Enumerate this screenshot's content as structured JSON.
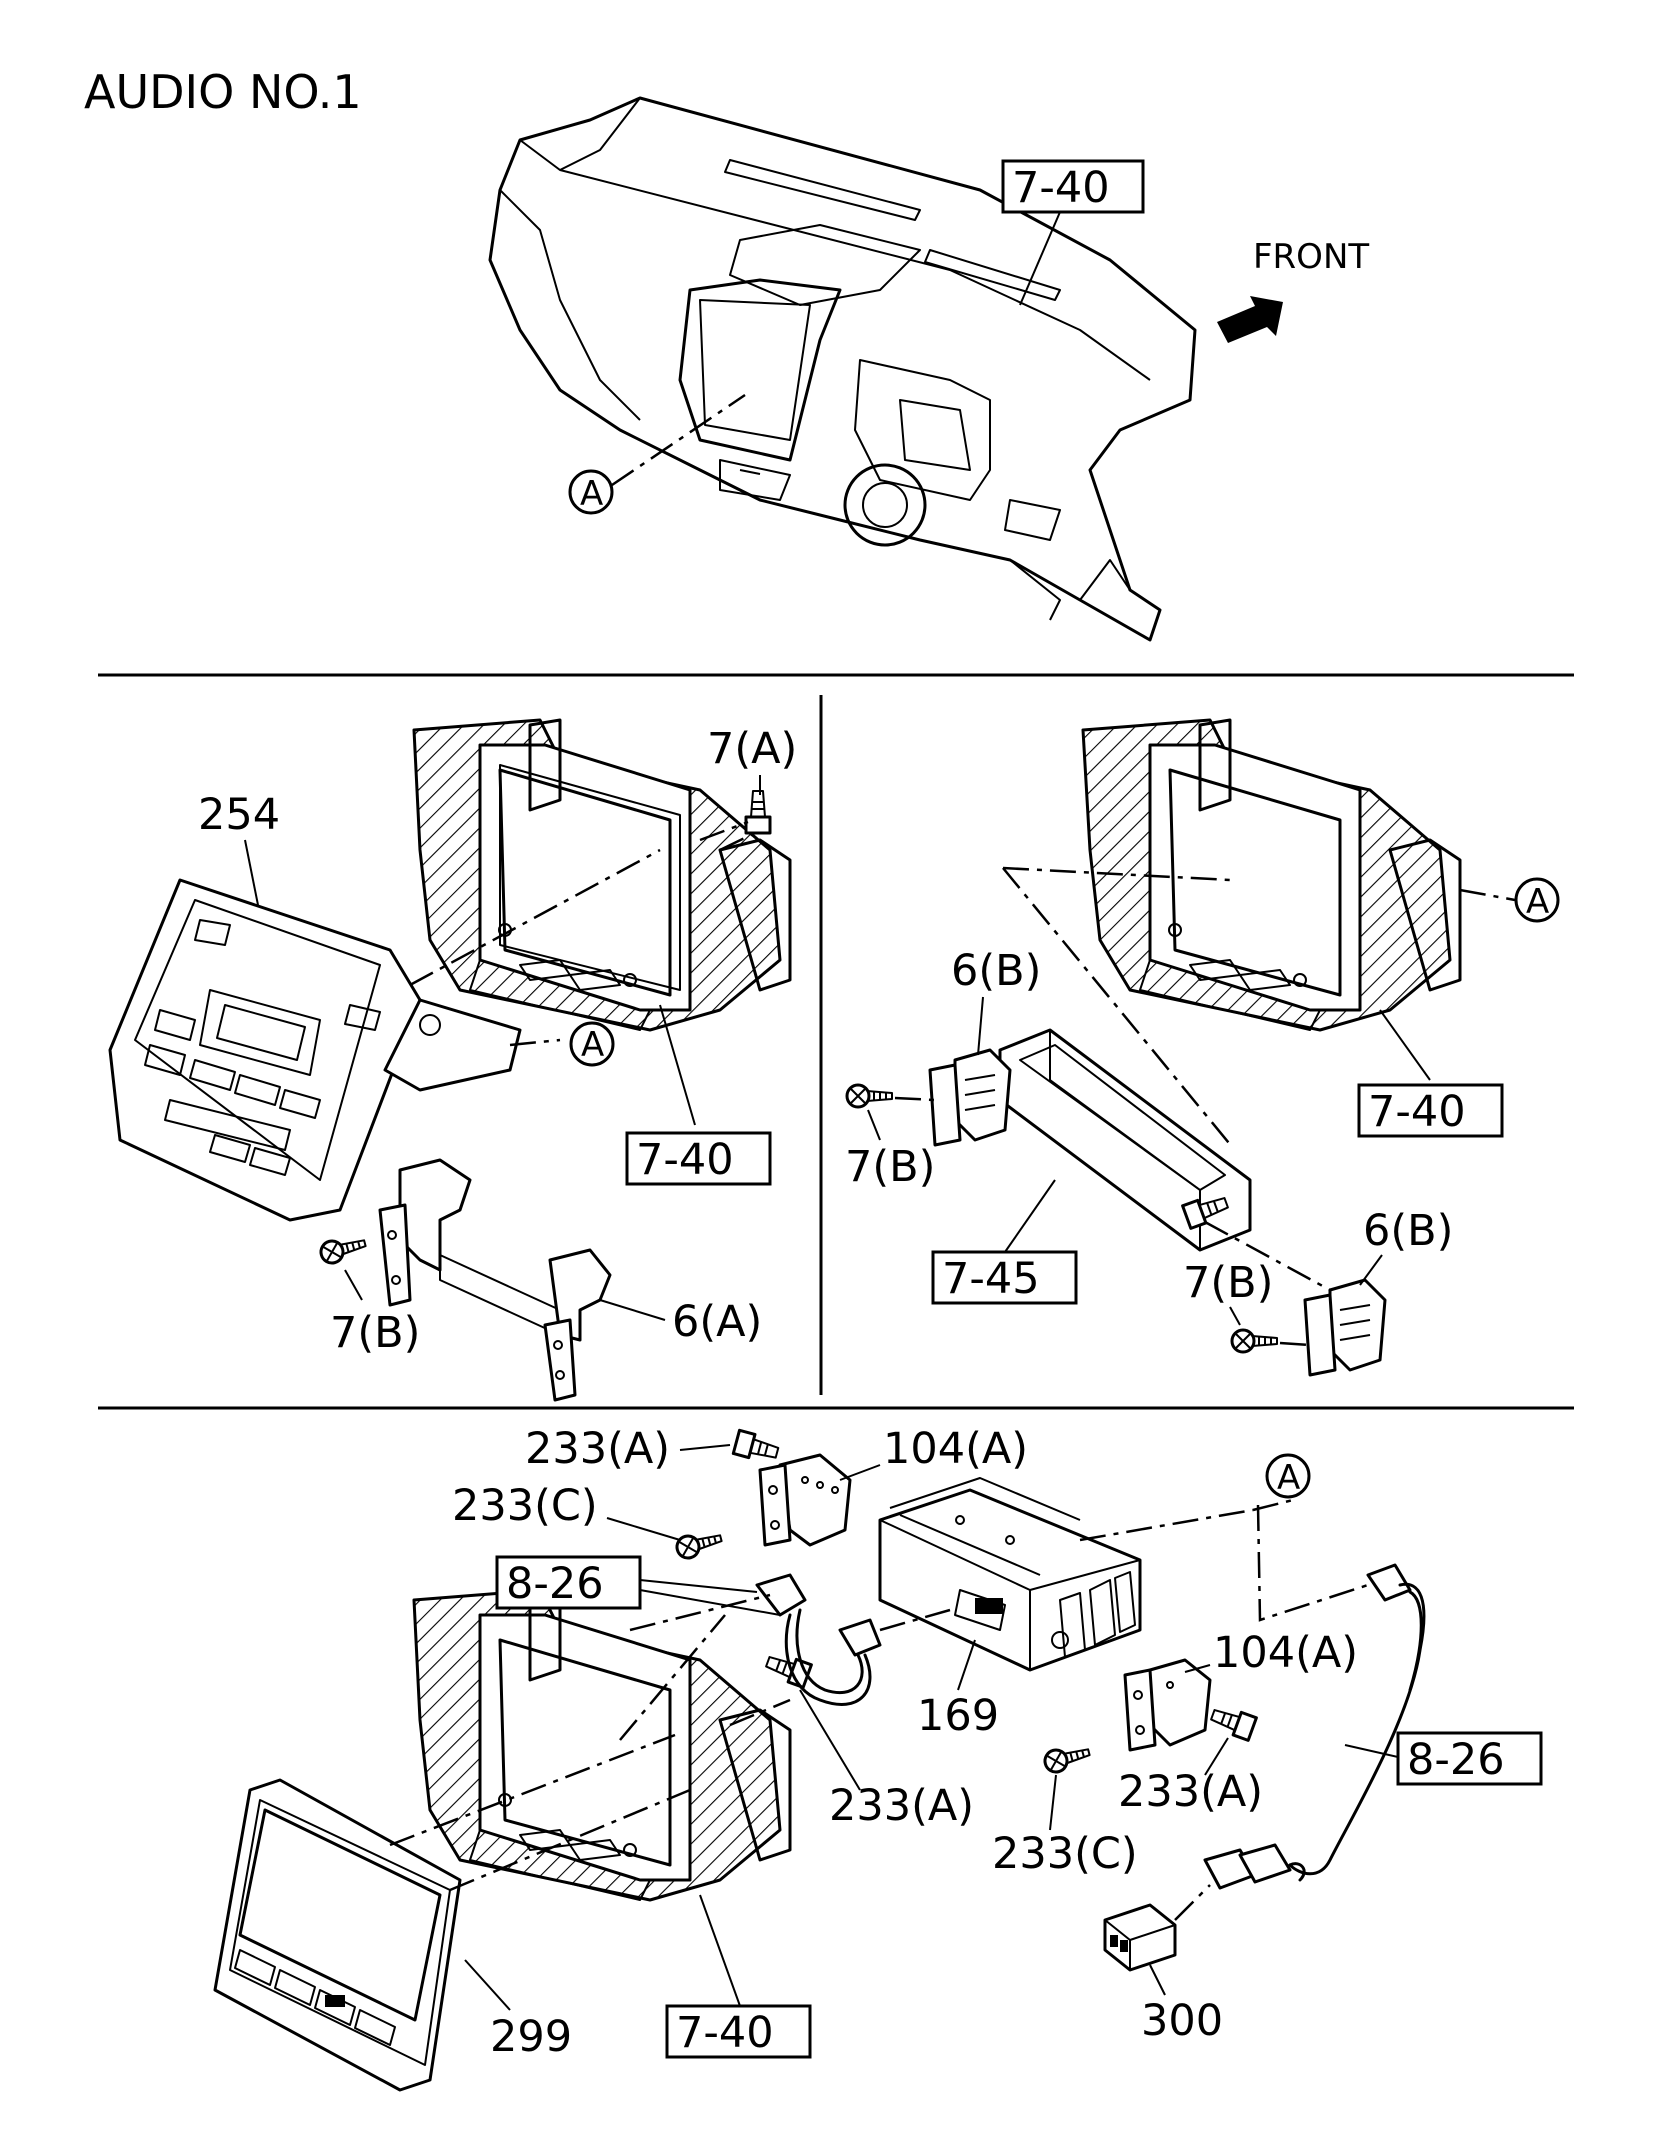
{
  "title": "AUDIO NO.1",
  "front_label": "FRONT",
  "refs": {
    "r740": "7-40",
    "r745": "7-45",
    "r826": "8-26"
  },
  "circle_marker": "A",
  "parts": {
    "p254": "254",
    "p7a": "7(A)",
    "p7b": "7(B)",
    "p6a": "6(A)",
    "p6b": "6(B)",
    "p233a": "233(A)",
    "p233c": "233(C)",
    "p104a": "104(A)",
    "p169": "169",
    "p299": "299",
    "p300": "300"
  }
}
